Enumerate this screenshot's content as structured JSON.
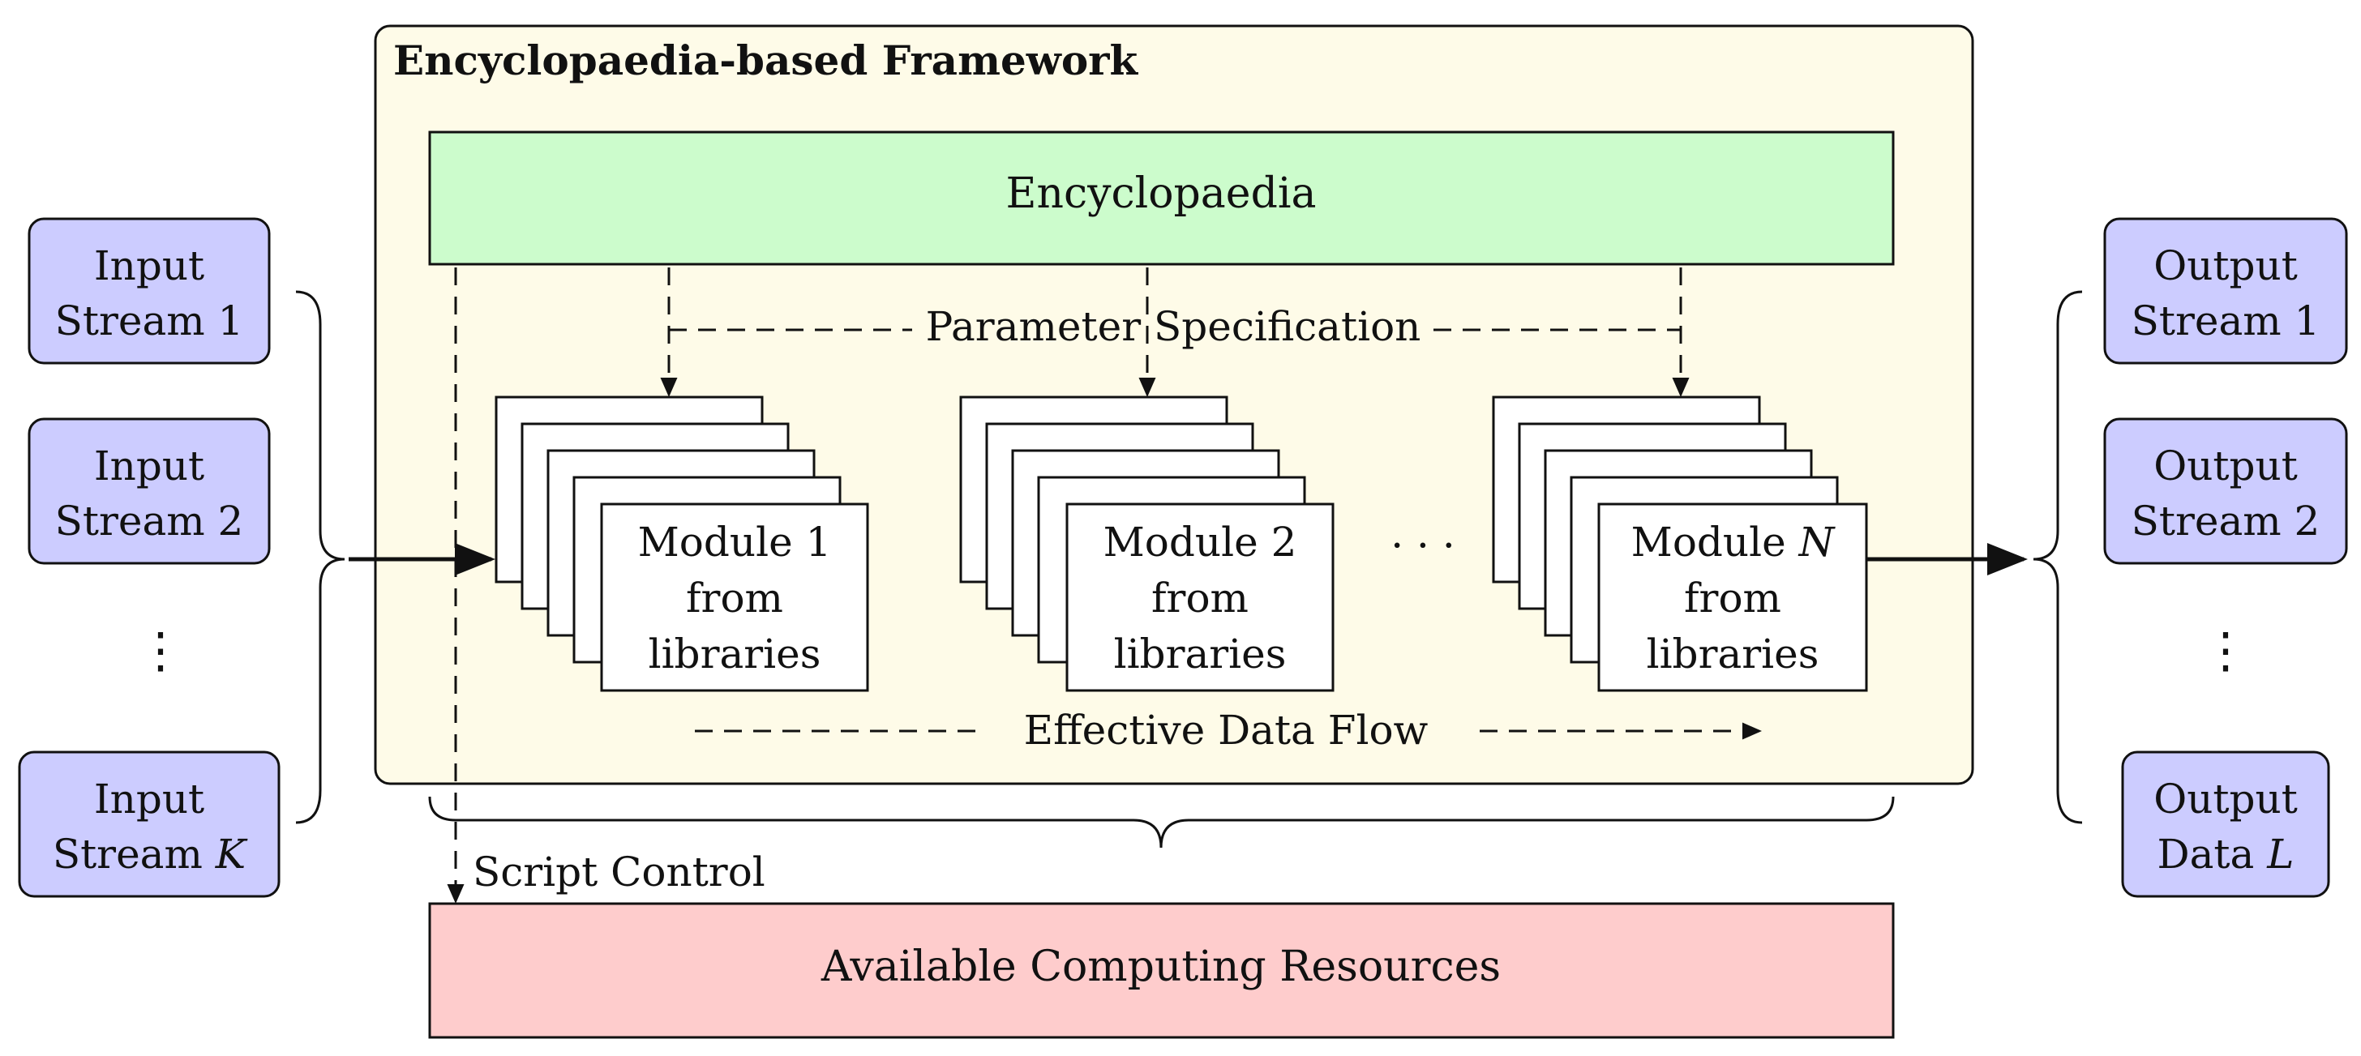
{
  "colors": {
    "framework_fill": "#fefbe8",
    "encyclopaedia_fill": "#ccfccc",
    "stream_fill": "#ccccff",
    "resources_fill": "#fecccc",
    "stroke": "#111111"
  },
  "framework": {
    "title": "Encyclopaedia-based Framework"
  },
  "encyclopaedia": {
    "label": "Encyclopaedia"
  },
  "parameter_specification": {
    "label": "Parameter Specification"
  },
  "effective_data_flow": {
    "label": "Effective Data Flow"
  },
  "script_control": {
    "label": "Script Control"
  },
  "resources": {
    "label": "Available Computing Resources"
  },
  "modules": [
    {
      "line1": "Module 1",
      "line2": "from",
      "line3": "libraries"
    },
    {
      "line1": "Module 2",
      "line2": "from",
      "line3": "libraries"
    },
    {
      "line1_prefix": "Module",
      "line1_var": "N",
      "line2": "from",
      "line3": "libraries"
    }
  ],
  "module_ellipsis": "· · ·",
  "inputs": [
    {
      "line1": "Input",
      "line2": "Stream 1"
    },
    {
      "line1": "Input",
      "line2": "Stream 2"
    },
    {
      "line1": "Input",
      "line2_prefix": "Stream",
      "line2_var": "K"
    }
  ],
  "outputs": [
    {
      "line1": "Output",
      "line2": "Stream 1"
    },
    {
      "line1": "Output",
      "line2": "Stream 2"
    },
    {
      "line1": "Output",
      "line2_prefix": "Data",
      "line2_var": "L"
    }
  ],
  "vertical_ellipsis": "⋮"
}
